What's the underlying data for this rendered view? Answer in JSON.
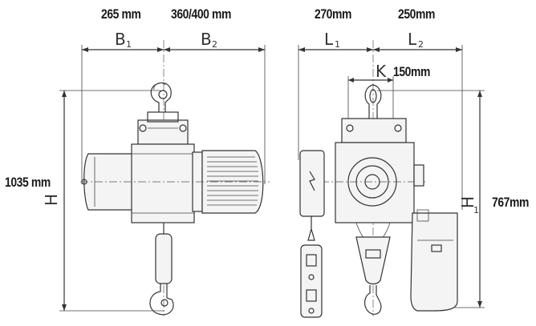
{
  "front_view": {
    "b1_value": "265 mm",
    "b2_value": "360/400 mm",
    "height_value": "1035 mm",
    "b1_symbol": "B",
    "b1_sub": "1",
    "b2_symbol": "B",
    "b2_sub": "2",
    "h_symbol": "H"
  },
  "side_view": {
    "l1_value": "270mm",
    "l2_value": "250mm",
    "k_value": "150mm",
    "h1_value": "767mm",
    "l1_symbol": "L",
    "l1_sub": "1",
    "l2_symbol": "L",
    "l2_sub": "2",
    "k_symbol": "K",
    "h1_symbol": "H",
    "h1_sub": "1"
  }
}
